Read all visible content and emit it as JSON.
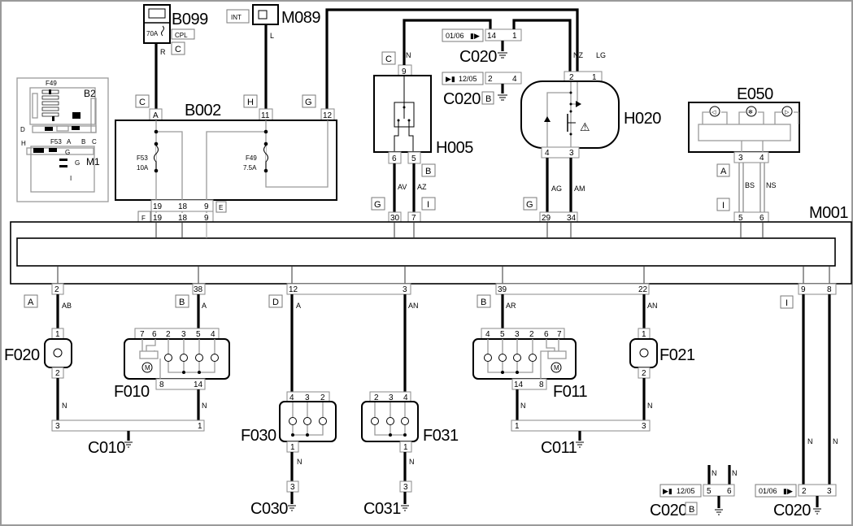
{
  "diagram": {
    "title": "Wiring diagram - exterior lights",
    "components": {
      "B099": {
        "name": "B099",
        "fuse": "70A",
        "tag": "CPL",
        "location": "C"
      },
      "M089": {
        "name": "M089",
        "tag": "INT"
      },
      "B002": {
        "name": "B002",
        "fuses": [
          {
            "id": "F53",
            "rating": "10A"
          },
          {
            "id": "F49",
            "rating": "7.5A"
          }
        ],
        "pins_top": [
          "A",
          "11",
          "12"
        ],
        "pins_bottom": [
          "19",
          "18",
          "9"
        ]
      },
      "H005": {
        "name": "H005",
        "pins_top": [
          "9"
        ],
        "pins_bottom": [
          "6",
          "5"
        ]
      },
      "H020": {
        "name": "H020",
        "pins_top": [
          "2",
          "1"
        ],
        "pins_bottom": [
          "4",
          "3"
        ],
        "warning_symbol": "⚠"
      },
      "E050": {
        "name": "E050",
        "pins": [
          "3",
          "4"
        ]
      },
      "M001": {
        "name": "M001",
        "pins_top_left": [
          "19",
          "18",
          "9"
        ],
        "pins_top": [
          "30",
          "7",
          "29",
          "34",
          "5",
          "6"
        ],
        "pins_bottom": [
          "2",
          "38",
          "12",
          "3",
          "39",
          "22",
          "9",
          "8"
        ]
      },
      "F020": {
        "name": "F020",
        "pins": [
          "1",
          "2"
        ]
      },
      "F010": {
        "name": "F010",
        "pins_top": [
          "7",
          "6",
          "2",
          "3",
          "5",
          "4"
        ],
        "pins_bottom": [
          "8",
          "14"
        ],
        "motor": "M"
      },
      "F030": {
        "name": "F030",
        "pins_top": [
          "4",
          "3",
          "2"
        ],
        "pins_bottom": [
          "1"
        ]
      },
      "F031": {
        "name": "F031",
        "pins_top": [
          "2",
          "3",
          "4"
        ],
        "pins_bottom": [
          "1"
        ]
      },
      "F011": {
        "name": "F011",
        "pins_top": [
          "4",
          "5",
          "3",
          "2",
          "6",
          "7"
        ],
        "pins_bottom": [
          "14",
          "8"
        ],
        "motor": "M"
      },
      "F021": {
        "name": "F021",
        "pins": [
          "1",
          "2"
        ]
      }
    },
    "grounds": {
      "C010": {
        "name": "C010",
        "pins": [
          "3",
          "1"
        ]
      },
      "C011": {
        "name": "C011",
        "pins": [
          "1",
          "3"
        ]
      },
      "C030": {
        "name": "C030",
        "pin": "3"
      },
      "C031": {
        "name": "C031",
        "pin": "3"
      },
      "C020_top": {
        "name": "C020",
        "date": "01/06",
        "date_icon": "▮▶",
        "pins": [
          "14",
          "1"
        ]
      },
      "C020_mid": {
        "name": "C020",
        "date": "12/05",
        "date_icon": "▶▮",
        "pins": [
          "2",
          "4"
        ],
        "tag": "B"
      },
      "C020_bl": {
        "name": "C020",
        "date": "12/05",
        "date_icon": "▶▮",
        "pins": [
          "5",
          "6"
        ],
        "tag": "B"
      },
      "C020_br": {
        "name": "C020",
        "date": "01/06",
        "date_icon": "▮▶",
        "pins": [
          "2",
          "3"
        ]
      }
    },
    "wires": {
      "b099_b002": "R",
      "m089_b002": "L",
      "h005_top": "N",
      "h020_2": "NZ",
      "h020_1": "LG",
      "h005_6": "AV",
      "h005_5": "AZ",
      "h020_4": "AG",
      "h020_3": "AM",
      "e050_3": "BS",
      "e050_4": "NS",
      "m001_2": "AB",
      "m001_38": "A",
      "m001_12": "A",
      "m001_3": "AN",
      "m001_39": "AR",
      "m001_22": "AN",
      "ground": "N"
    },
    "location_tags": {
      "b099": "C",
      "b002_a": "C",
      "b002_h": "H",
      "b002_g": "G",
      "h005_c": "C",
      "b002_f": "F",
      "b002_e": "E",
      "h005_g": "G",
      "h005_b": "B",
      "h005_i": "I",
      "h020_g": "G",
      "e050_a": "A",
      "e050_i": "I",
      "f020_a": "A",
      "f010_b": "B",
      "f030_d": "D",
      "f011_b": "B",
      "m001_i": "I"
    },
    "inset": {
      "labels": [
        "F49",
        "B2",
        "D",
        "A",
        "B",
        "C",
        "F53",
        "H",
        "G",
        "G",
        "M1",
        "I"
      ]
    }
  }
}
